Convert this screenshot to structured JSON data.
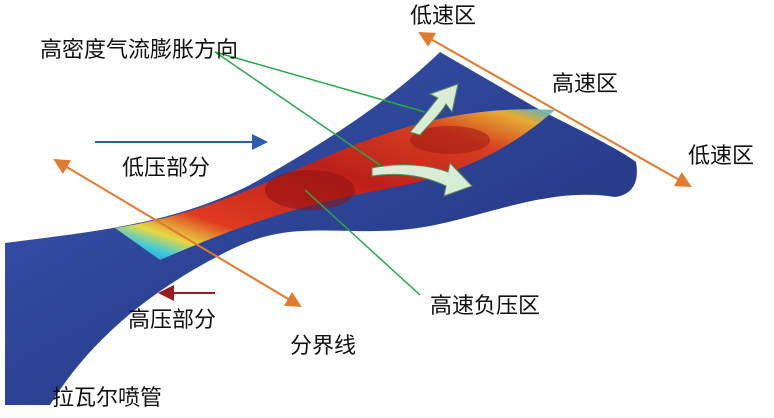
{
  "labels": {
    "low_speed_top": "低速区",
    "expansion_direction": "高密度气流膨胀方向",
    "high_speed": "高速区",
    "low_speed_right": "低速区",
    "low_pressure": "低压部分",
    "high_speed_negative_pressure": "高速负压区",
    "high_pressure": "高压部分",
    "boundary_line": "分界线",
    "laval_nozzle": "拉瓦尔喷管"
  },
  "colors": {
    "nozzle_body": "#2b3f8f",
    "jet_core": "#d8261c",
    "orange_arrow": "#e07a2e",
    "blue_arrow": "#2e5fa8",
    "red_arrow": "#9a1b1b",
    "green_leader": "#2aa64a"
  }
}
